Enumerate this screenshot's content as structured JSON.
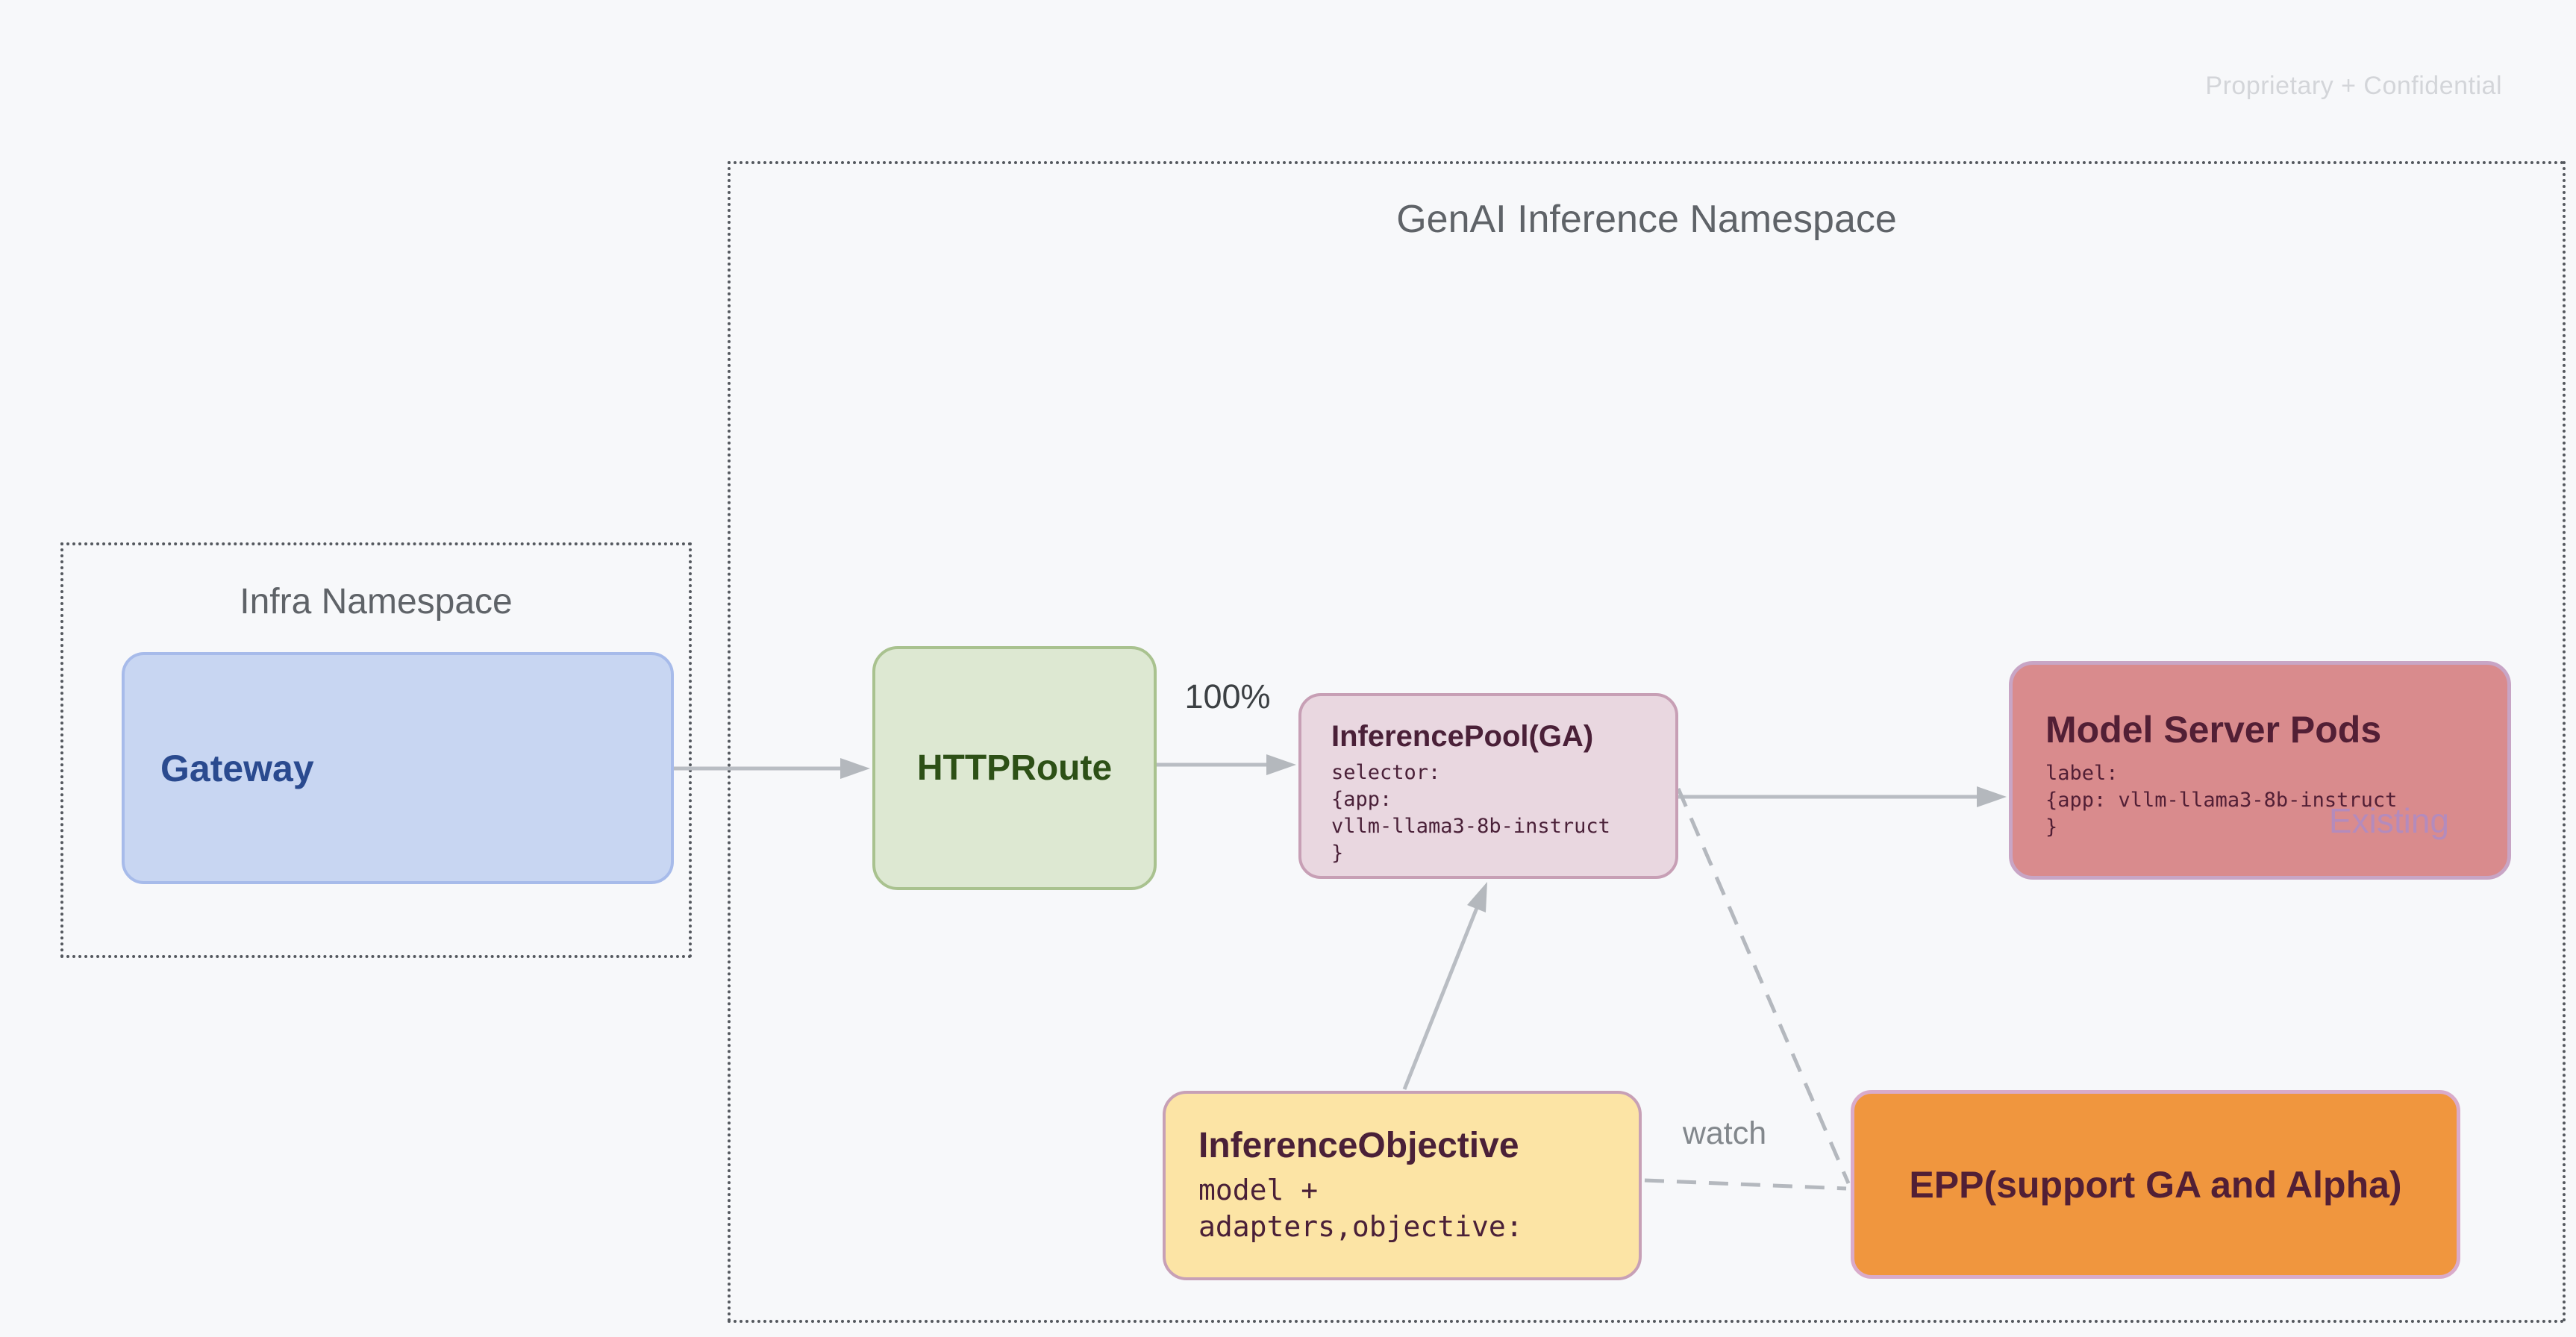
{
  "page": {
    "watermark": "Proprietary + Confidential"
  },
  "namespaces": {
    "genai": {
      "title": "GenAI Inference Namespace"
    },
    "infra": {
      "title": "Infra Namespace"
    }
  },
  "nodes": {
    "gateway": {
      "label": "Gateway"
    },
    "httproute": {
      "label": "HTTPRoute"
    },
    "inference_pool": {
      "title": "InferencePool(GA)",
      "code_lines": [
        "selector:",
        "{app:",
        "vllm-llama3-8b-instruct",
        "}"
      ]
    },
    "model_server_pods": {
      "title": "Model Server Pods",
      "code_lines": [
        "label:",
        "{app: vllm-llama3-8b-instruct",
        "}"
      ],
      "status_tag": "Existing"
    },
    "inference_objective": {
      "title": "InferenceObjective",
      "code_lines": [
        "model +",
        "adapters,objective:"
      ]
    },
    "epp": {
      "label": "EPP(support GA and Alpha)"
    }
  },
  "edges": {
    "httproute_weight": "100%",
    "watch": "watch"
  },
  "palette": {
    "background": "#f7f8fa",
    "namespace_title": "#5f6368",
    "dotted_border": "#54585e",
    "watermark_text": "#d3d5d9",
    "connector": "#b9bdc3",
    "gateway_fill": "#c8d6f2",
    "gateway_border": "#a7bbea",
    "gateway_text": "#2a4a8f",
    "httproute_fill": "#dde8d2",
    "httproute_border": "#a9c28f",
    "httproute_text": "#2d5016",
    "pool_fill": "#e9d7e0",
    "pool_border": "#c79fb5",
    "pool_text": "#4a2038",
    "pods_fill": "#d98b8d",
    "pods_border": "#c8a5c5",
    "pods_text": "#521f35",
    "existing_text": "#b18cc2",
    "objective_fill": "#fce4a5",
    "objective_border": "#c7a0b6",
    "epp_fill": "#f0963e",
    "epp_border": "#d9abca"
  }
}
